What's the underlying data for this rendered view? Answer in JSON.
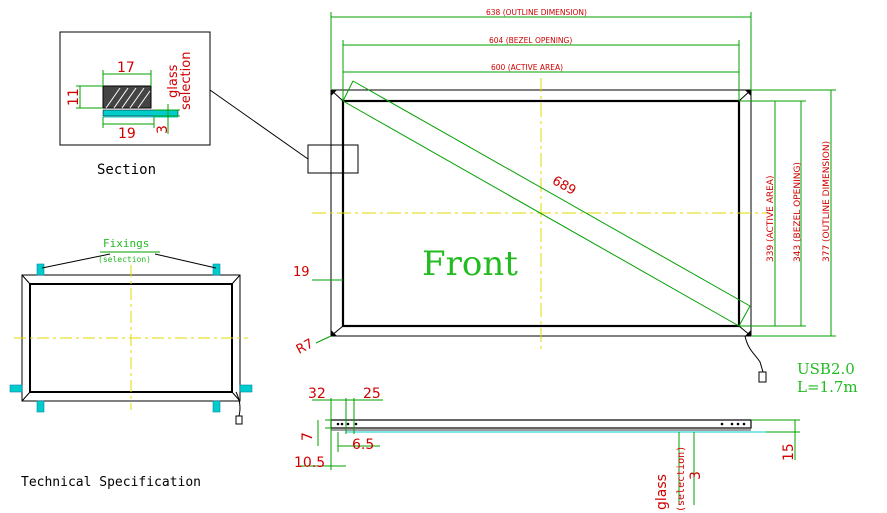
{
  "front": {
    "label": "Front",
    "diagonal": "689",
    "outline_width": "638 (OUTLINE DIMENSION)",
    "bezel_width": "604 (BEZEL OPENING)",
    "active_width": "600 (ACTIVE AREA)",
    "active_height": "339 (ACTIVE AREA)",
    "bezel_height": "343 (BEZEL OPENING)",
    "outline_height": "377 (OUTLINE DIMENSION)",
    "frame_width": "19",
    "corner_radius": "R7"
  },
  "usb": {
    "line1": "USB2.0",
    "line2": "L=1.7m"
  },
  "section": {
    "title": "Section",
    "top_dim": "17",
    "bottom_dim": "19",
    "left_dim": "11",
    "right_dim": "3",
    "glass_line1": "glass",
    "glass_line2": "selection"
  },
  "fixings": {
    "title": "Fixings",
    "subtitle": "(selection)"
  },
  "side": {
    "dim_32": "32",
    "dim_25": "25",
    "dim_7": "7",
    "dim_6_5": "6.5",
    "dim_10_5": "10.5",
    "dim_15": "15",
    "glass_line1": "glass",
    "glass_line2": "(selection)",
    "glass_dim": "3"
  },
  "spec": {
    "title": "Technical Specification"
  },
  "colors": {
    "line": "#000000",
    "dimension": "#00a000",
    "dimension_text": "#d00000",
    "label_green": "#22bb22",
    "center_line": "#dddd00",
    "fixing": "#00cccc"
  }
}
